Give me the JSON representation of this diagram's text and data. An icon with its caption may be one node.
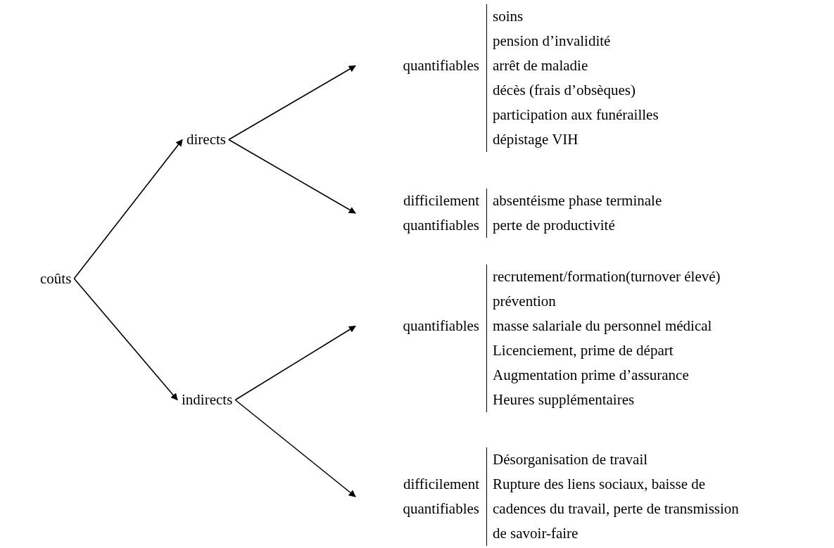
{
  "diagram": {
    "nodes": [
      {
        "text": [
          "coûts"
        ]
      },
      {
        "text": [
          "directs"
        ]
      },
      {
        "text": [
          "indirects"
        ]
      },
      {
        "text": [
          "quantifiables"
        ],
        "beside": [
          "soins",
          "pension d’invalidité",
          "arrêt de maladie",
          "décès (frais d’obsèques)",
          "participation aux funérailles",
          "dépistage VIH"
        ]
      },
      {
        "text": [
          "difficilement quantifiables"
        ],
        "beside": [
          "absentéisme phase terminale",
          "perte de productivité"
        ]
      },
      {
        "text": [
          "quantifiables"
        ],
        "beside": [
          "recrutement/formation(turnover élevé)",
          "prévention",
          "masse salariale du personnel médical",
          "Licenciement, prime de départ",
          "Augmentation prime d’assurance",
          "Heures supplémentaires"
        ]
      },
      {
        "text": [
          "difficilement quantifiables"
        ],
        "beside": [
          "Désorganisation de travail",
          "Rupture des liens sociaux, baisse de cadences du travail, perte de transmission de savoir-faire"
        ]
      }
    ],
    "edges": [
      {
        "from": 0,
        "to": 1,
        "arrow": "to"
      },
      {
        "from": 0,
        "to": 2,
        "arrow": "to"
      },
      {
        "from": 1,
        "to": 3,
        "arrow": "to"
      },
      {
        "from": 1,
        "to": 4,
        "arrow": "to"
      },
      {
        "from": 2,
        "to": 5,
        "arrow": "to"
      },
      {
        "from": 2,
        "to": 6,
        "arrow": "to"
      }
    ]
  }
}
